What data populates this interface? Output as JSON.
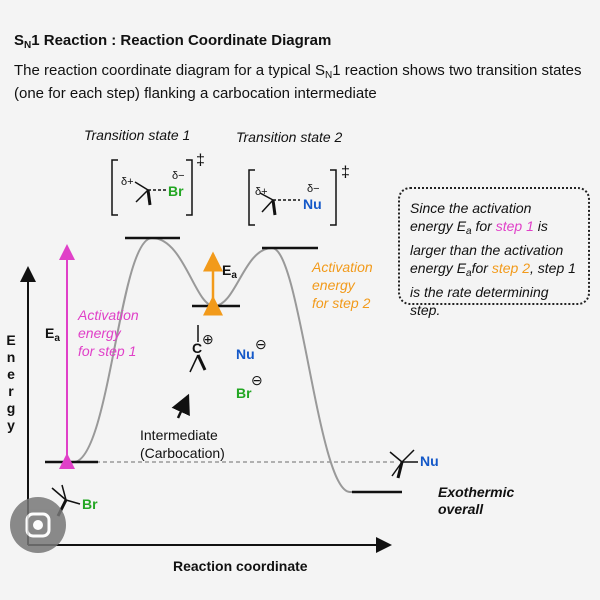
{
  "header": {
    "title_prefix": "S",
    "title_sub": "N",
    "title_rest": "1 Reaction : Reaction Coordinate Diagram",
    "desc_part1": "The reaction coordinate diagram for a typical S",
    "desc_sub": "N",
    "desc_part2": "1 reaction shows two transition states (one for each step) flanking a carbocation intermediate"
  },
  "labels": {
    "ts1": "Transition state 1",
    "ts2": "Transition state 2",
    "ea": "E",
    "ea_sub": "a",
    "act1_line1": "Activation",
    "act1_line2": "energy",
    "act1_line3": "for step 1",
    "act2_line1": "Activation",
    "act2_line2": "energy",
    "act2_line3": "for step 2",
    "intermediate_line1": "Intermediate",
    "intermediate_line2": "(Carbocation)",
    "energy_letters": [
      "E",
      "n",
      "e",
      "r",
      "g",
      "y"
    ],
    "x_axis": "Reaction coordinate",
    "exo_line1": "Exothermic",
    "exo_line2": "overall"
  },
  "chemistry": {
    "delta_plus": "δ+",
    "delta_minus": "δ−",
    "double_dagger": "‡",
    "br": "Br",
    "nu": "Nu",
    "carbon": "C",
    "plus_charge": "⊕",
    "minus_charge": "⊖"
  },
  "note": {
    "l1": "Since the activation",
    "l2_a": "energy E",
    "l2_sub": "a",
    "l2_b": " for ",
    "l2_step": "step 1",
    "l2_c": " is",
    "l3": "larger than the activation",
    "l4_a": "energy E",
    "l4_sub": "a",
    "l4_b": "for ",
    "l4_step": "step 2",
    "l4_c": ", step 1",
    "l5": "is the rate determining step."
  },
  "colors": {
    "curve": "#999999",
    "pink": "#e040c8",
    "orange": "#f29a1a",
    "green": "#22a622",
    "blue": "#1458c8"
  }
}
